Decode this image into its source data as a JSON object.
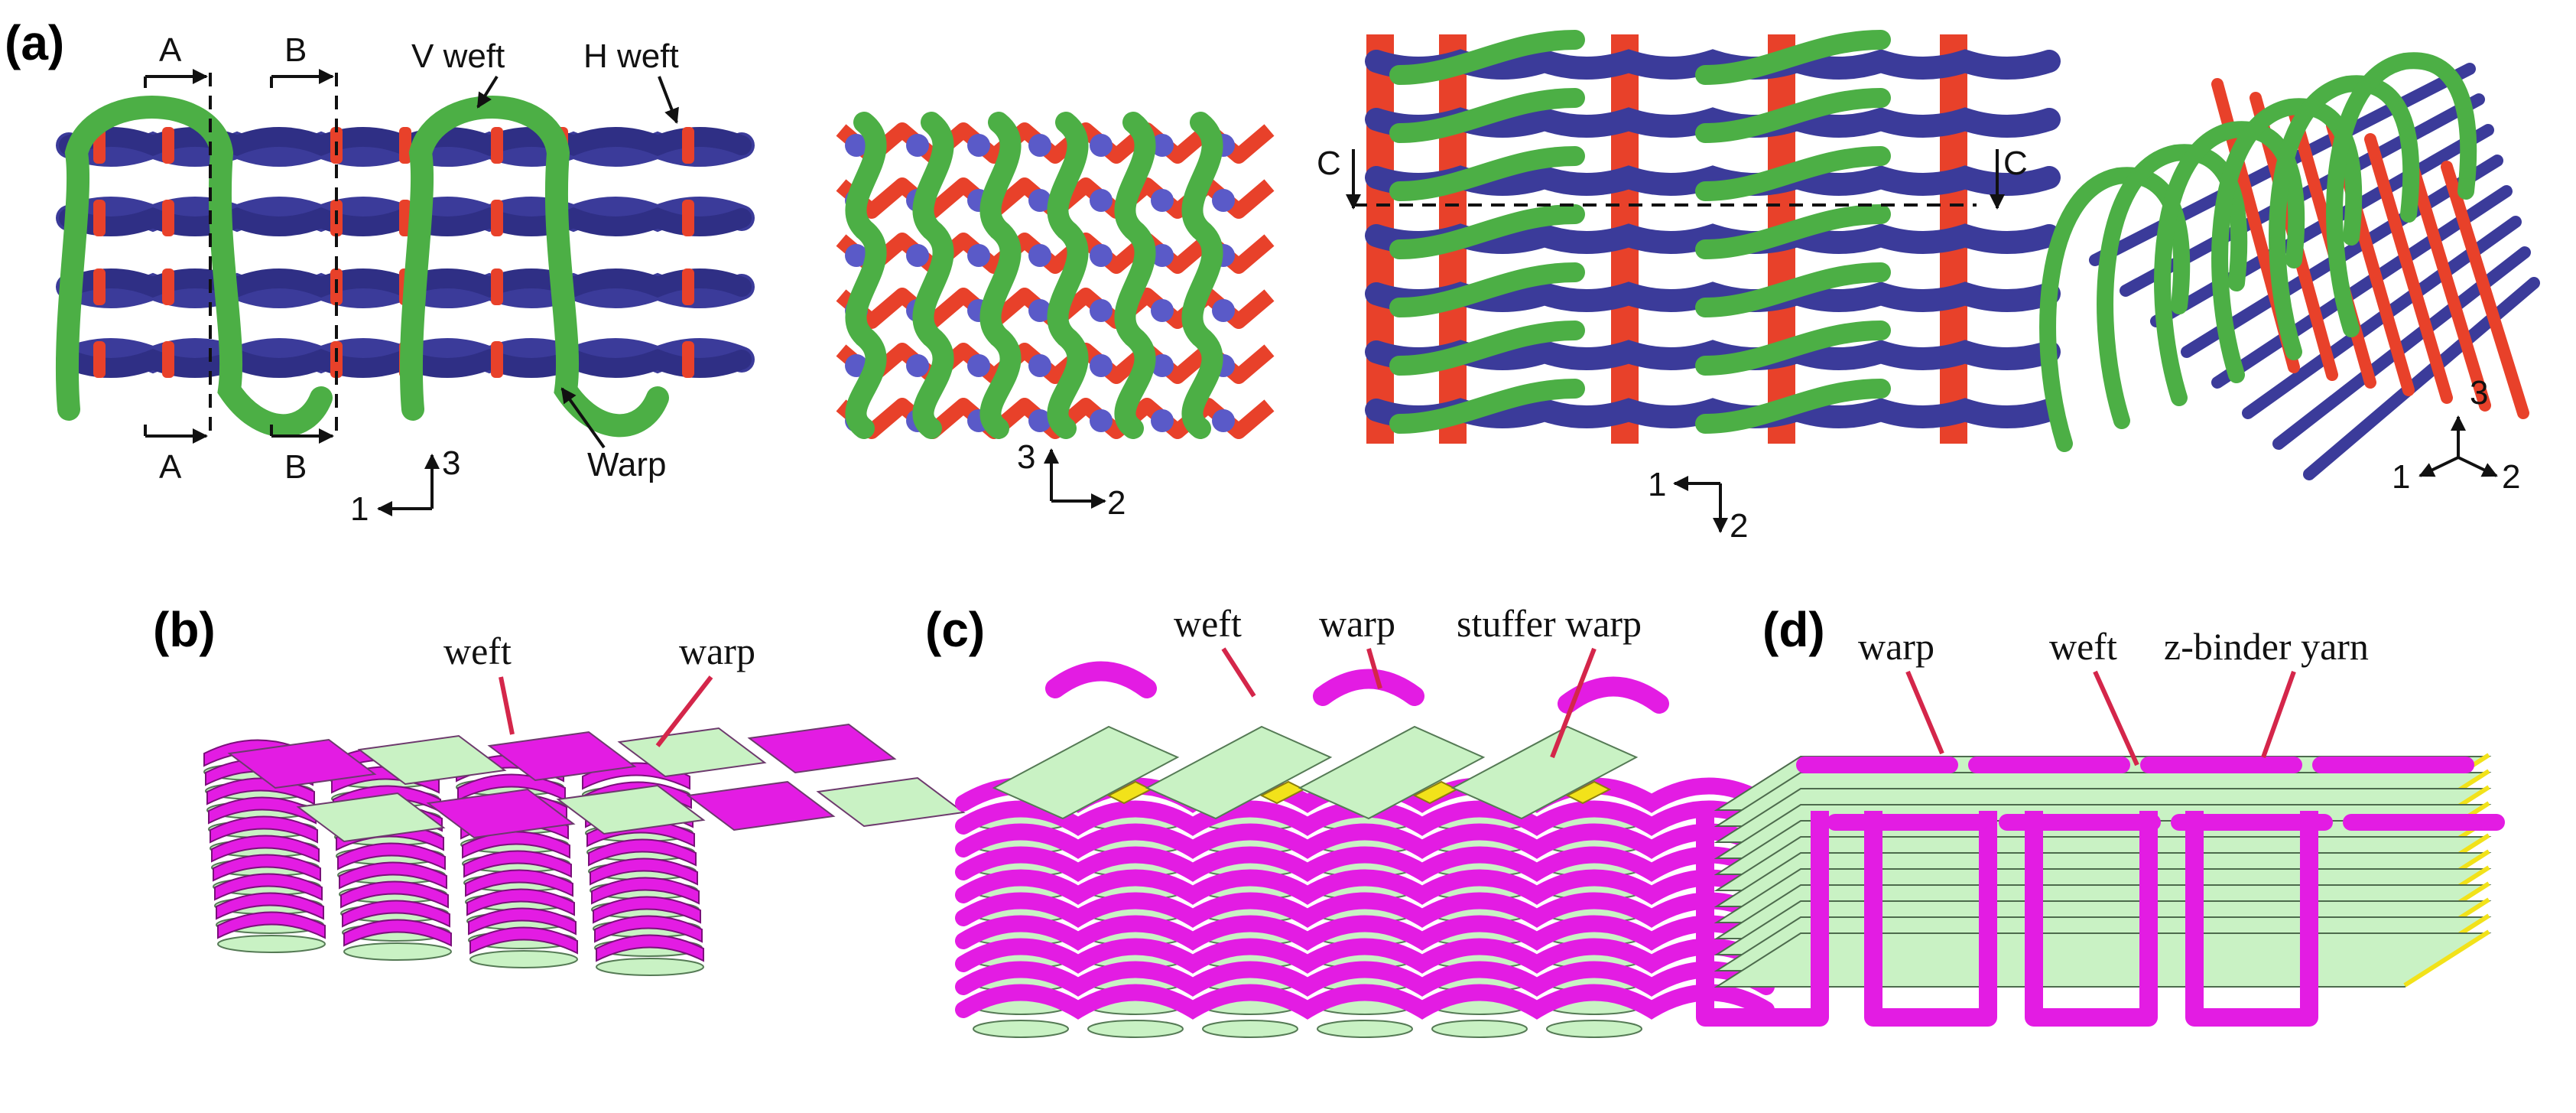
{
  "panels": {
    "a": {
      "label": "(a)",
      "section_marks": {
        "A": "A",
        "B": "B",
        "C": "C"
      },
      "yarn_labels": {
        "v_weft": "V weft",
        "h_weft": "H weft",
        "warp": "Warp"
      },
      "axes": {
        "front": {
          "h": "1",
          "v": "3"
        },
        "side": {
          "v": "3",
          "h": "2"
        },
        "top": {
          "h": "1",
          "v": "2"
        },
        "iso": {
          "z": "3",
          "x": "1",
          "y": "2"
        }
      }
    },
    "b": {
      "label": "(b)",
      "yarn_labels": {
        "weft": "weft",
        "warp": "warp"
      }
    },
    "c": {
      "label": "(c)",
      "yarn_labels": {
        "weft": "weft",
        "warp": "warp",
        "stuffer": "stuffer warp"
      }
    },
    "d": {
      "label": "(d)",
      "yarn_labels": {
        "warp": "warp",
        "weft": "weft",
        "binder": "z-binder yarn"
      }
    }
  },
  "colors": {
    "warp_blue": "#3b3b9a",
    "weft_red": "#e8412a",
    "binder_green": "#4caf45",
    "tow_green": "#c9f2c4",
    "binder_magenta": "#e31ce3",
    "stuffer_yellow": "#f2e21a"
  }
}
